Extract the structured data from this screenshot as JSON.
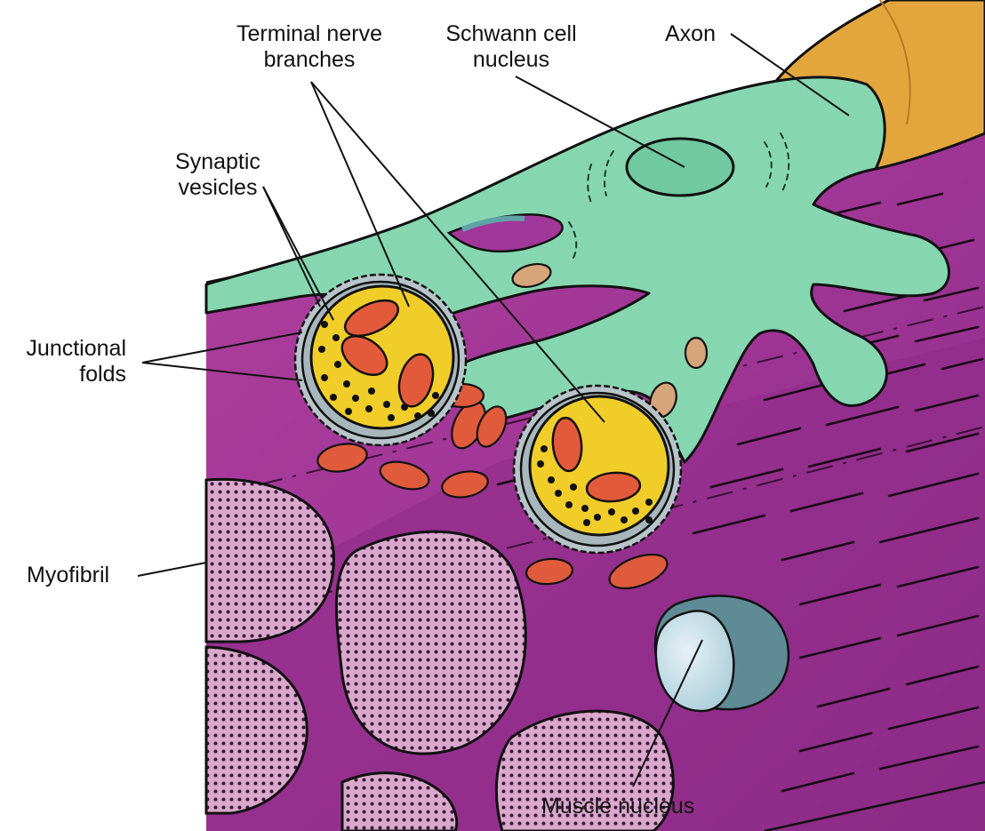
{
  "labels": {
    "terminal_nerve_line1": "Terminal nerve",
    "terminal_nerve_line2": "branches",
    "schwann_line1": "Schwann cell",
    "schwann_line2": "nucleus",
    "axon": "Axon",
    "synaptic_line1": "Synaptic",
    "synaptic_line2": "vesicles",
    "junctional_line1": "Junctional",
    "junctional_line2": "folds",
    "myofibril": "Myofibril",
    "muscle_nucleus": "Muscle nucleus"
  },
  "colors": {
    "muscle": "#a2379a",
    "muscle_dark": "#7e2577",
    "schwann": "#7fd3ad",
    "terminal": "#f1cd2a",
    "axon": "#e2a53c",
    "mitochondria": "#dd5a3a",
    "myofibril": "#d8a9cb",
    "nucleus": "#cfe4ee"
  }
}
